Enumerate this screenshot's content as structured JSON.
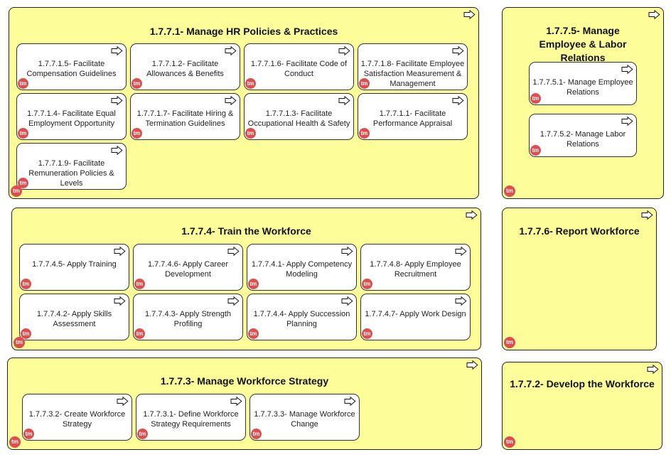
{
  "icons": {
    "corner": "arrow-right-icon",
    "badge": "tmf-logo-icon",
    "badge_text": "tm"
  },
  "colors": {
    "group_fill": "#fdfe9a",
    "card_fill": "#ffffff",
    "badge": "#dd4e4e"
  },
  "groups": [
    {
      "title": "1.7.7.1- Manage HR Policies & Practices",
      "cards": [
        "1.7.7.1.5- Facilitate Compensation Guidelines",
        "1.7.7.1.2- Facilitate Allowances & Benefits",
        "1.7.7.1.6- Facilitate Code of Conduct",
        "1.7.7.1.8- Facilitate Employee Satisfaction Measurement & Management",
        "1.7.7.1.4- Facilitate Equal Employment Opportunity",
        "1.7.7.1.7- Facilitate Hiring & Termination Guidelines",
        "1.7.7.1.3- Facilitate Occupational Health & Safety",
        "1.7.7.1.1- Facilitate Performance Appraisal",
        "1.7.7.1.9- Facilitate Remuneration Policies & Levels"
      ]
    },
    {
      "title": "1.7.7.5- Manage Employee & Labor Relations",
      "cards": [
        "1.7.7.5.1- Manage Employee Relations",
        "1.7.7.5.2- Manage Labor Relations"
      ]
    },
    {
      "title": "1.7.7.4- Train the Workforce",
      "cards": [
        "1.7.7.4.5- Apply Training",
        "1.7.7.4.6- Apply Career Development",
        "1.7.7.4.1- Apply Competency Modeling",
        "1.7.7.4.8- Apply Employee Recruitment",
        "1.7.7.4.2- Apply Skills Assessment",
        "1.7.7.4.3- Apply Strength Profiling",
        "1.7.7.4.4- Apply Succession Planning",
        "1.7.7.4.7- Apply Work Design"
      ]
    },
    {
      "title": "1.7.7.6- Report Workforce",
      "cards": []
    },
    {
      "title": "1.7.7.3- Manage Workforce Strategy",
      "cards": [
        "1.7.7.3.2- Create Workforce Strategy",
        "1.7.7.3.1- Define Workforce Strategy Requirements",
        "1.7.7.3.3- Manage Workforce Change"
      ]
    },
    {
      "title": "1.7.7.2- Develop the Workforce",
      "cards": []
    }
  ]
}
